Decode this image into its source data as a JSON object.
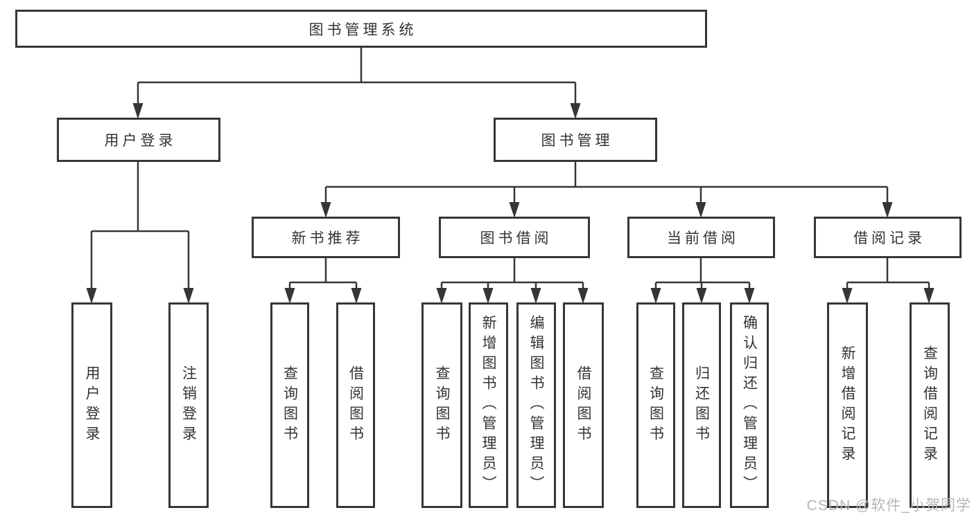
{
  "diagram": {
    "title": "图书管理系统",
    "type": "hierarchy-tree",
    "tree": {
      "root": "图书管理系统",
      "branches": [
        {
          "label": "用户登录",
          "children": [
            "用户登录",
            "注销登录"
          ]
        },
        {
          "label": "图书管理",
          "children": [
            {
              "label": "新书推荐",
              "children": [
                "查询图书",
                "借阅图书"
              ]
            },
            {
              "label": "图书借阅",
              "children": [
                "查询图书",
                "新增图书（管理员）",
                "编辑图书（管理员）",
                "借阅图书"
              ]
            },
            {
              "label": "当前借阅",
              "children": [
                "查询图书",
                "归还图书",
                "确认归还（管理员）"
              ]
            },
            {
              "label": "借阅记录",
              "children": [
                "新增借阅记录",
                "查询借阅记录"
              ]
            }
          ]
        }
      ]
    }
  },
  "watermark": {
    "text": "CSDN @软件_小贺同学"
  },
  "colors": {
    "line": "#363636",
    "text": "#333333",
    "watermark": "#b5b5b5",
    "background": "#ffffff"
  }
}
